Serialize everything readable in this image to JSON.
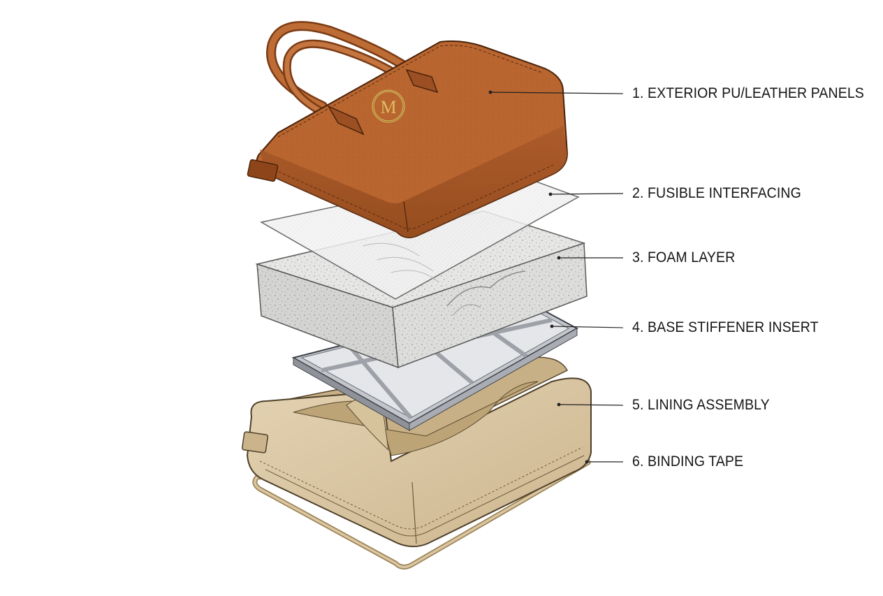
{
  "diagram": {
    "type": "exploded-view",
    "colors": {
      "leather": "#b8652f",
      "leather_dark": "#7f3e17",
      "lining": "#d9c5a0",
      "foam": "#e3e3e1",
      "stiffener_frame": "#c9ccd1",
      "binding": "#c9b38b",
      "logo_gold": "#d9b45a"
    },
    "logo_text": "M",
    "layers": [
      {
        "number": 1,
        "label": "1. EXTERIOR PU/LEATHER PANELS",
        "component": "exterior-panels"
      },
      {
        "number": 2,
        "label": "2. FUSIBLE INTERFACING",
        "component": "fusible-interfacing"
      },
      {
        "number": 3,
        "label": "3. FOAM LAYER",
        "component": "foam-layer"
      },
      {
        "number": 4,
        "label": "4. BASE STIFFENER INSERT",
        "component": "base-stiffener"
      },
      {
        "number": 5,
        "label": "5. LINING ASSEMBLY",
        "component": "lining-assembly"
      },
      {
        "number": 6,
        "label": "6. BINDING TAPE",
        "component": "binding-tape"
      }
    ]
  }
}
